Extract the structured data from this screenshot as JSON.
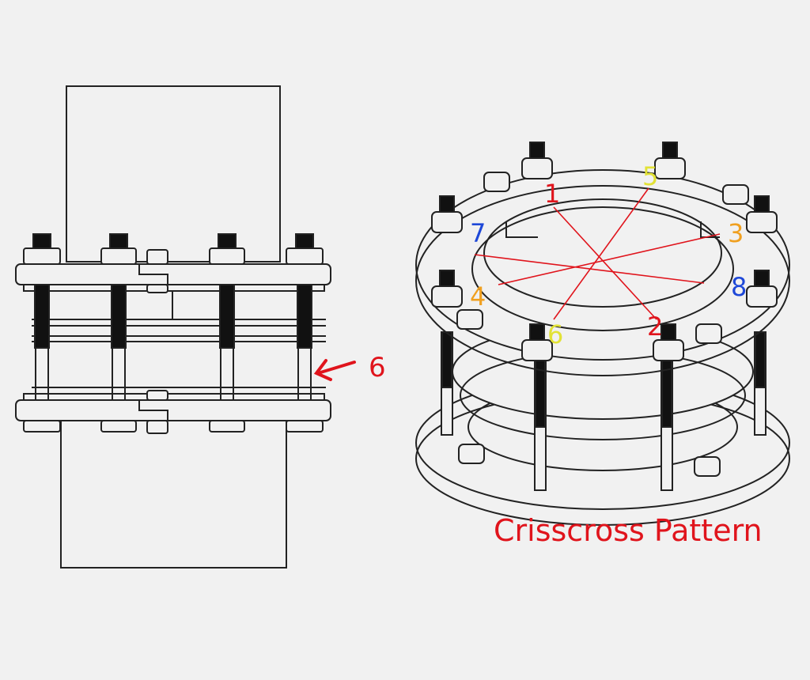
{
  "colors": {
    "background": "#f1f1f1",
    "line": "#222222",
    "bolt_dark": "#111111",
    "annotation_red": "#e0141c",
    "num_orange": "#f0a020",
    "num_yellow": "#e2e236",
    "num_blue": "#1e48d8",
    "num_red": "#e0141c"
  },
  "side_view": {
    "callout_number": "6",
    "arrow_icon": "red-arrow-left-icon"
  },
  "top_view": {
    "caption": "Crisscross Pattern",
    "bolt_numbers": [
      {
        "label": "1",
        "color": "#e0141c"
      },
      {
        "label": "2",
        "color": "#e0141c"
      },
      {
        "label": "3",
        "color": "#f0a020"
      },
      {
        "label": "4",
        "color": "#f0a020"
      },
      {
        "label": "5",
        "color": "#e2e236"
      },
      {
        "label": "6",
        "color": "#e2e236"
      },
      {
        "label": "7",
        "color": "#1e48d8"
      },
      {
        "label": "8",
        "color": "#1e48d8"
      }
    ]
  }
}
